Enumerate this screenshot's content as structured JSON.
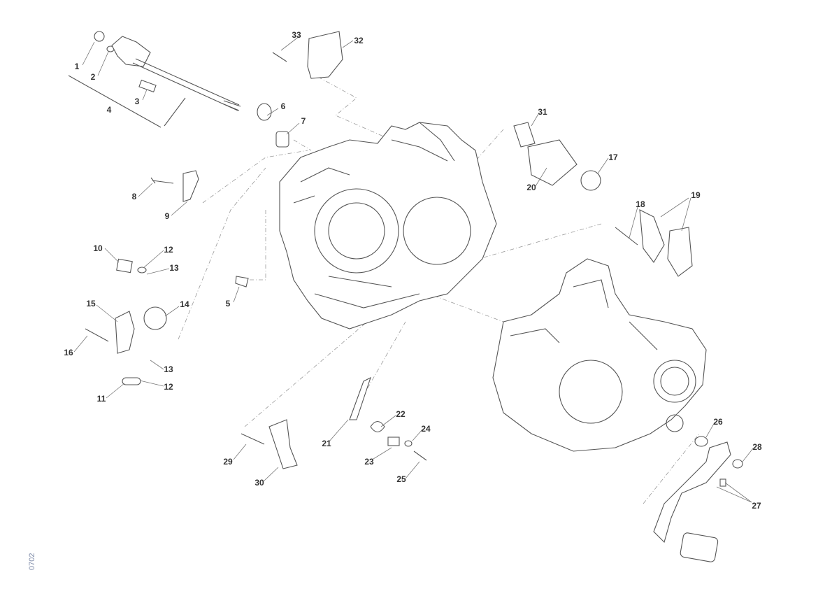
{
  "diagram_code": "0702",
  "callouts": [
    "1",
    "2",
    "3",
    "4",
    "5",
    "6",
    "7",
    "8",
    "9",
    "10",
    "11",
    "12",
    "12",
    "13",
    "13",
    "14",
    "15",
    "16",
    "17",
    "18",
    "19",
    "20",
    "21",
    "22",
    "23",
    "24",
    "25",
    "26",
    "27",
    "28",
    "29",
    "30",
    "31",
    "32",
    "33"
  ]
}
